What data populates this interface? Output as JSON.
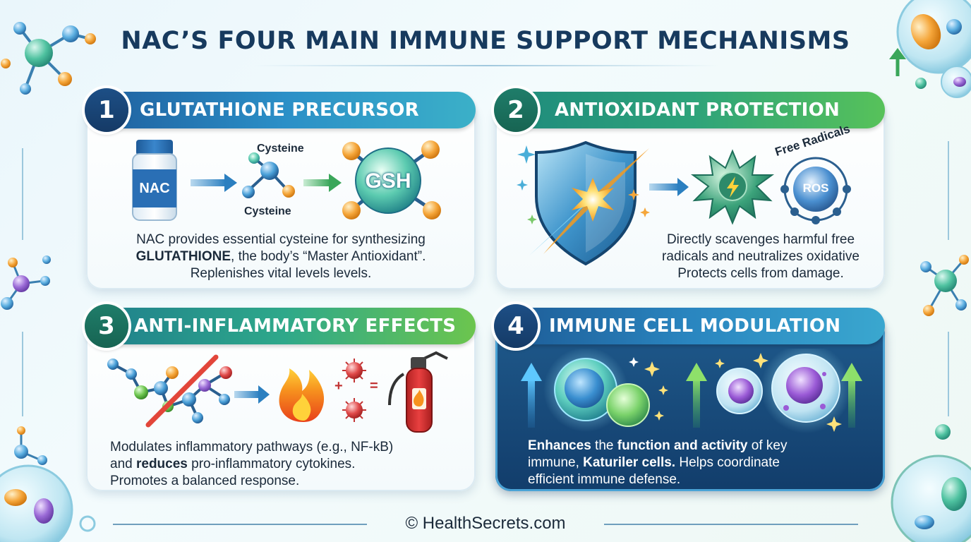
{
  "title": "NAC’S FOUR MAIN IMMUNE SUPPORT MECHANISMS",
  "colors": {
    "navy": "#173a5e",
    "blue": "#2b8fc7",
    "green": "#57c25a",
    "dark_card": "#123d6b"
  },
  "cards": [
    {
      "number": "1",
      "title": "GLUTATHIONE PRECURSOR",
      "bottle_label": "NAC",
      "molecule_label_top": "Cysteine",
      "molecule_label_bottom": "Cysteine",
      "product_label": "GSH",
      "desc": {
        "l1": "NAC provides essential cysteine for synthesizing",
        "l2_bold": "GLUTATHIONE",
        "l2_rest": ", the body’s “Master Antioxidant”.",
        "l3": "Replenishes vital levels levels."
      }
    },
    {
      "number": "2",
      "title": "ANTIOXIDANT PROTECTION",
      "free_radicals_label": "Free Radicals",
      "ros_label": "ROS",
      "desc": {
        "l1": "Directly scavenges harmful free",
        "l2": "radicals and neutralizes oxidative",
        "l3": "Protects cells from damage."
      }
    },
    {
      "number": "3",
      "title": "ANTI-INFLAMMATORY EFFECTS",
      "plus_sign": "+",
      "equals_sign": "=",
      "desc": {
        "l1": "Modulates inflammatory pathways (e.g., NF-kB)",
        "l2_a": "and ",
        "l2_bold": "reduces",
        "l2_b": " pro-inflammatory cytokines.",
        "l3": "Promotes a balanced response."
      }
    },
    {
      "number": "4",
      "title": "IMMUNE CELL MODULATION",
      "desc": {
        "l1_bold_a": "Enhances",
        "l1_a": " the ",
        "l1_bold_b": "function and activity",
        "l1_b": " of key",
        "l2_a": "immune, ",
        "l2_bold": "Katuriler cells.",
        "l2_b": " Helps coordinate",
        "l3": "efficient immune defense."
      }
    }
  ],
  "footer": "© HealthSecrets.com"
}
